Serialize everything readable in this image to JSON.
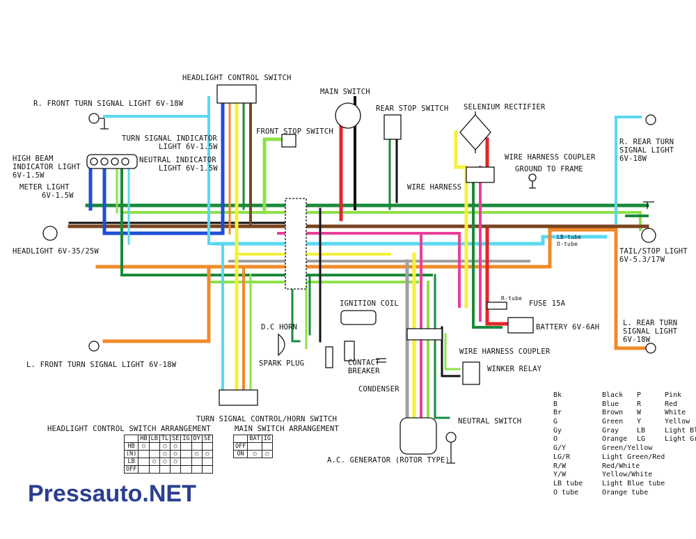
{
  "labels": {
    "headlight_control_switch": "HEADLIGHT CONTROL SWITCH",
    "r_front_turn_signal": "R. FRONT TURN SIGNAL LIGHT 6V-18W",
    "main_switch": "MAIN SWITCH",
    "rear_stop_switch": "REAR STOP SWITCH",
    "selenium_rectifier": "SELENIUM RECTIFIER",
    "front_stop_switch": "FRONT STOP SWITCH",
    "turn_signal_indicator_1": "TURN SIGNAL INDICATOR",
    "turn_signal_indicator_2": "LIGHT 6V-1.5W",
    "neutral_indicator_1": "NEUTRAL INDICATOR",
    "neutral_indicator_2": "LIGHT 6V-1.5W",
    "high_beam_1": "HIGH BEAM",
    "high_beam_2": "INDICATOR LIGHT",
    "high_beam_3": "6V-1.5W",
    "meter_light_1": "METER LIGHT",
    "meter_light_2": "6V-1.5W",
    "wire_harness_coupler_top": "WIRE HARNESS COUPLER",
    "ground_to_frame": "GROUND TO FRAME",
    "wire_harness": "WIRE HARNESS",
    "r_rear_turn_1": "R. REAR TURN",
    "r_rear_turn_2": "SIGNAL LIGHT",
    "r_rear_turn_3": "6V-18W",
    "headlight": "HEADLIGHT 6V-35/25W",
    "tail_stop_1": "TAIL/STOP LIGHT",
    "tail_stop_2": "6V-5.3/17W",
    "ignition_coil": "IGNITION COIL",
    "fuse": "FUSE 15A",
    "battery": "BATTERY 6V-6AH",
    "l_rear_turn_1": "L. REAR TURN",
    "l_rear_turn_2": "SIGNAL LIGHT",
    "l_rear_turn_3": "6V-18W",
    "dc_horn": "D.C HORN",
    "wire_harness_coupler_bottom": "WIRE HARNESS COUPLER",
    "l_front_turn_signal": "L. FRONT TURN SIGNAL LIGHT 6V-18W",
    "spark_plug": "SPARK PLUG",
    "contact_breaker_1": "CONTACT",
    "contact_breaker_2": "BREAKER",
    "winker_relay": "WINKER RELAY",
    "condenser": "CONDENSER",
    "turn_signal_control": "TURN SIGNAL CONTROL/HORN SWITCH",
    "headlight_arrangement": "HEADLIGHT CONTROL SWITCH ARRANGEMENT",
    "main_arrangement": "MAIN SWITCH ARRANGEMENT",
    "neutral_switch": "NEUTRAL SWITCH",
    "ac_generator": "A.C. GENERATOR (ROTOR TYPE)",
    "r_tube": "R-tube",
    "lb_tube_1": "LB-tube",
    "o_tube_1": "O-tube"
  },
  "headlight_switch_table": {
    "headers": [
      "",
      "HB",
      "LB",
      "TL",
      "SE",
      "IG",
      "DY",
      "SE"
    ],
    "rows": [
      "HB",
      "(N)",
      "LB",
      "OFF"
    ]
  },
  "main_switch_table": {
    "headers": [
      "",
      "BAT",
      "IG"
    ],
    "rows": [
      "OFF",
      "ON"
    ]
  },
  "color_legend": {
    "left": [
      {
        "code": "Bk",
        "name": "Black"
      },
      {
        "code": "B",
        "name": "Blue"
      },
      {
        "code": "Br",
        "name": "Brown"
      },
      {
        "code": "G",
        "name": "Green"
      },
      {
        "code": "Gy",
        "name": "Gray"
      },
      {
        "code": "O",
        "name": "Orange"
      },
      {
        "code": "G/Y",
        "name": "Green/Yellow"
      },
      {
        "code": "LG/R",
        "name": "Light Green/Red"
      },
      {
        "code": "R/W",
        "name": "Red/White"
      },
      {
        "code": "Y/W",
        "name": "Yellow/White"
      },
      {
        "code": "LB tube",
        "name": "Light Blue tube"
      },
      {
        "code": "O tube",
        "name": "Orange tube"
      }
    ],
    "right": [
      {
        "code": "P",
        "name": "Pink"
      },
      {
        "code": "R",
        "name": "Red"
      },
      {
        "code": "W",
        "name": "White"
      },
      {
        "code": "Y",
        "name": "Yellow"
      },
      {
        "code": "LB",
        "name": "Light Blue"
      },
      {
        "code": "LG",
        "name": "Light Green"
      }
    ]
  },
  "brand": "Pressauto.NET",
  "wire_colors": {
    "blue": "#1f4fd8",
    "light_blue": "#5ad8f0",
    "green": "#1a8a3a",
    "light_green": "#8fe04a",
    "yellow": "#f5f03a",
    "orange": "#f08a2a",
    "red": "#e0262a",
    "pink": "#e8409a",
    "brown": "#7a4420",
    "black": "#111111",
    "gray": "#a0a0a0"
  }
}
